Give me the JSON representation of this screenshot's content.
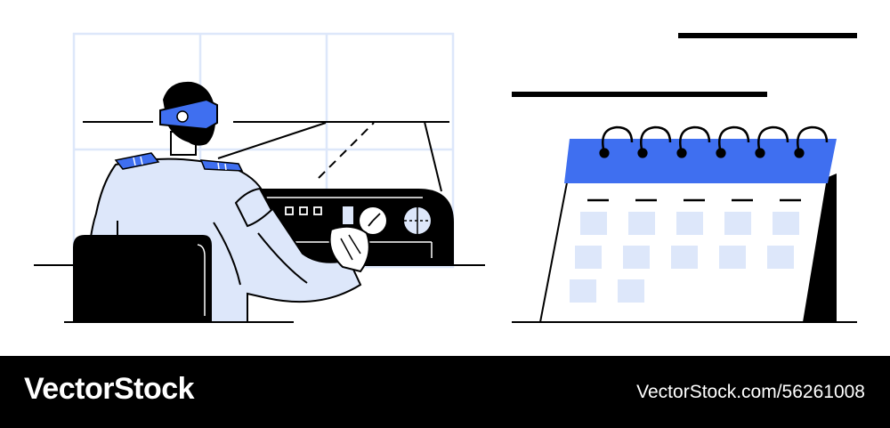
{
  "footer": {
    "brand": "VectorStock",
    "id_text": "VectorStock.com/56261008"
  },
  "colors": {
    "accent": "#3f6ff0",
    "light_blue": "#dde7fa",
    "ink": "#000000",
    "paper": "#ffffff"
  },
  "icons": [
    "pilot",
    "vr-headset",
    "cockpit-dashboard",
    "pilot-seat",
    "calendar"
  ]
}
